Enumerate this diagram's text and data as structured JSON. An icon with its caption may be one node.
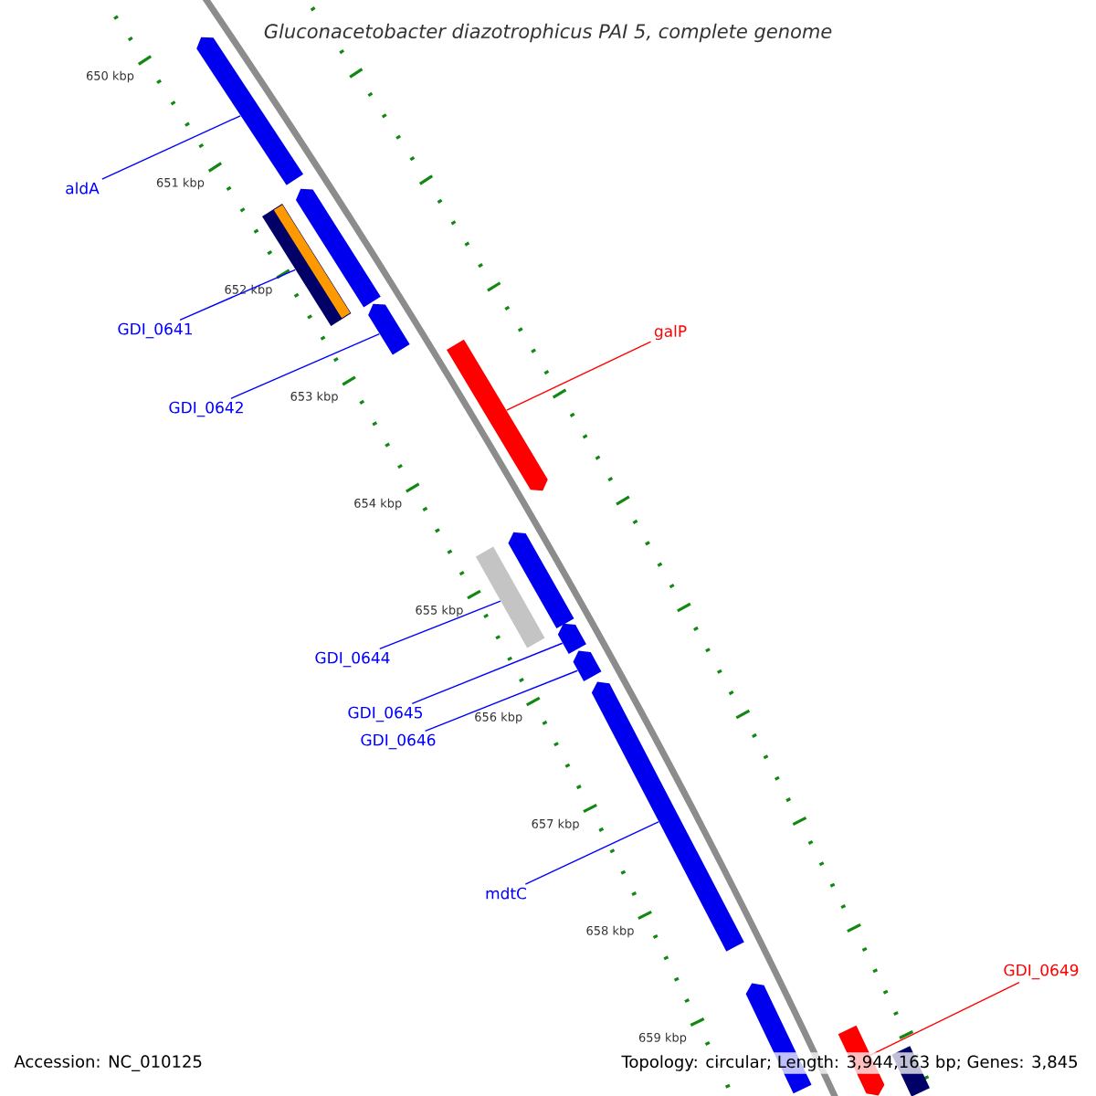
{
  "diagram": {
    "title": "*Gluconacetobacter diazotrophicus* PAI 5, complete genome",
    "nodes": [
      {
        "text": [],
        "shape": "bar"
      },
      {
        "text": [
          "aldA"
        ]
      },
      {
        "text": [],
        "shape": "bar"
      },
      {
        "text": [],
        "shape": "bar"
      },
      {
        "text": [
          "GDI_0641"
        ]
      },
      {
        "text": [],
        "shape": "bar"
      },
      {
        "text": [
          "galP"
        ]
      },
      {
        "text": [
          "GDI_0642"
        ]
      },
      {
        "text": [],
        "shape": "bar"
      },
      {
        "text": [],
        "shape": "bar"
      },
      {
        "text": [],
        "shape": "bar"
      },
      {
        "text": [],
        "shape": "bar"
      },
      {
        "text": [
          "GDI_0644"
        ]
      },
      {
        "text": [],
        "shape": "bar"
      },
      {
        "text": [],
        "shape": "bar"
      },
      {
        "text": [
          "GDI_0645"
        ]
      },
      {
        "text": [
          "GDI_0646"
        ]
      },
      {
        "text": [
          "mdtC"
        ]
      },
      {
        "text": [
          "GDI_0649"
        ]
      },
      {
        "text": [],
        "shape": "bar"
      },
      {
        "text": [],
        "shape": "bar"
      },
      {
        "text": [],
        "shape": "bar"
      }
    ],
    "edges": [
      {
        "from": 1,
        "to": 0,
        "arrow": "none"
      },
      {
        "from": 4,
        "to": 3,
        "arrow": "none"
      },
      {
        "from": 7,
        "to": 5,
        "arrow": "none"
      },
      {
        "from": 6,
        "to": 8,
        "arrow": "none",
        "color": "#ff0000"
      },
      {
        "from": 12,
        "to": 10,
        "arrow": "none"
      },
      {
        "from": 15,
        "to": 11,
        "arrow": "none"
      },
      {
        "from": 16,
        "to": 13,
        "arrow": "none"
      },
      {
        "from": 17,
        "to": 14,
        "arrow": "none"
      },
      {
        "from": 18,
        "to": 20,
        "arrow": "none",
        "color": "#ff0000"
      }
    ],
    "labels": [
      "650 kbp",
      "651 kbp",
      "652 kbp",
      "653 kbp",
      "654 kbp",
      "655 kbp",
      "656 kbp",
      "657 kbp",
      "658 kbp",
      "659 kbp",
      "Accession: NC_010125",
      "Topology: circular; Length: 3,944,163 bp; Genes: 3,845"
    ]
  }
}
